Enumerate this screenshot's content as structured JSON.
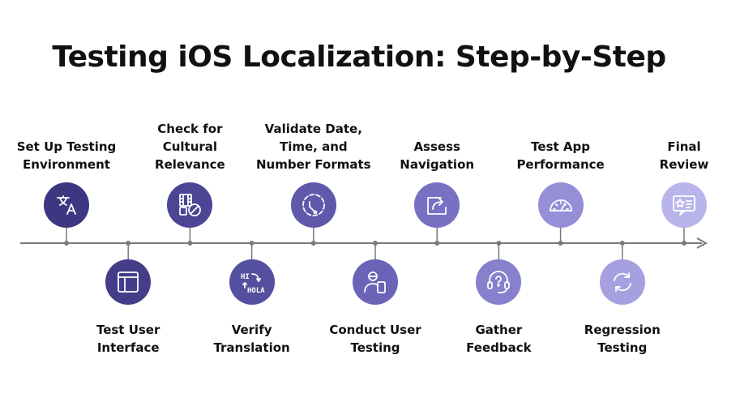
{
  "title": "Testing iOS Localization: Step-by-Step",
  "colors": [
    "#3d3781",
    "#433d8a",
    "#4b4593",
    "#554f9f",
    "#5f58ab",
    "#6a63b7",
    "#7770c3",
    "#8680cd",
    "#958fd7",
    "#a6a0e0",
    "#b9b4e9",
    "#cdc9f1"
  ],
  "steps": [
    {
      "label_lines": [
        "Set Up Testing",
        "Environment"
      ],
      "icon": "translate-icon"
    },
    {
      "label_lines": [
        "Test User",
        "Interface"
      ],
      "icon": "layout-icon"
    },
    {
      "label_lines": [
        "Check for",
        "Cultural",
        "Relevance"
      ],
      "icon": "film-block-icon"
    },
    {
      "label_lines": [
        "Verify",
        "Translation"
      ],
      "icon": "hi-hola-icon"
    },
    {
      "label_lines": [
        "Validate Date,",
        "Time, and",
        "Number Formats"
      ],
      "icon": "clock-dashed-icon"
    },
    {
      "label_lines": [
        "Conduct User",
        "Testing"
      ],
      "icon": "user-device-icon"
    },
    {
      "label_lines": [
        "Assess",
        "Navigation"
      ],
      "icon": "share-arrow-icon"
    },
    {
      "label_lines": [
        "Gather",
        "Feedback"
      ],
      "icon": "headset-question-icon"
    },
    {
      "label_lines": [
        "Test App",
        "Performance"
      ],
      "icon": "speedometer-icon"
    },
    {
      "label_lines": [
        "Regression",
        "Testing"
      ],
      "icon": "refresh-icon"
    },
    {
      "label_lines": [
        "Final",
        "Review"
      ],
      "icon": "review-star-icon"
    }
  ]
}
